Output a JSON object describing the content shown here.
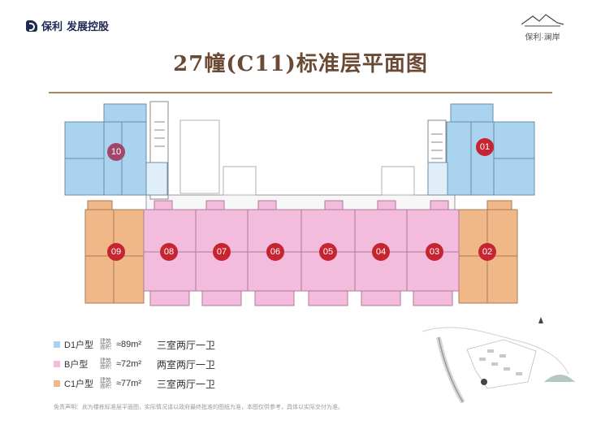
{
  "header": {
    "logo_text": "保利",
    "logo_sub": "发展控股",
    "brand_right": "保利·澜岸"
  },
  "title": "27幢(C11)标准层平面图",
  "colors": {
    "D1": "#a9d3ef",
    "B": "#f4bcdc",
    "C1": "#f0b889",
    "badge_dark": "#a2476a",
    "badge_red": "#c62430",
    "accent": "#a9865f"
  },
  "units": [
    {
      "num": "10",
      "type": "D1"
    },
    {
      "num": "01",
      "type": "D1"
    },
    {
      "num": "09",
      "type": "C1"
    },
    {
      "num": "08",
      "type": "B"
    },
    {
      "num": "07",
      "type": "B"
    },
    {
      "num": "06",
      "type": "B"
    },
    {
      "num": "05",
      "type": "B"
    },
    {
      "num": "04",
      "type": "B"
    },
    {
      "num": "03",
      "type": "B"
    },
    {
      "num": "02",
      "type": "C1"
    }
  ],
  "legend": [
    {
      "type_label": "D1户型",
      "area_label": "建筑面积",
      "area": "≈89m²",
      "rooms": "三室两厅一卫",
      "color_key": "D1"
    },
    {
      "type_label": "B户型",
      "area_label": "建筑面积",
      "area": "≈72m²",
      "rooms": "两室两厅一卫",
      "color_key": "B"
    },
    {
      "type_label": "C1户型",
      "area_label": "建筑面积",
      "area": "≈77m²",
      "rooms": "三室两厅一卫",
      "color_key": "C1"
    }
  ],
  "disclaimer": "免责声明：此为楼栋标准层平面图，实际情况请以政府最终批准的图纸为准，本图仅供参考，具体以实际交付为准。"
}
